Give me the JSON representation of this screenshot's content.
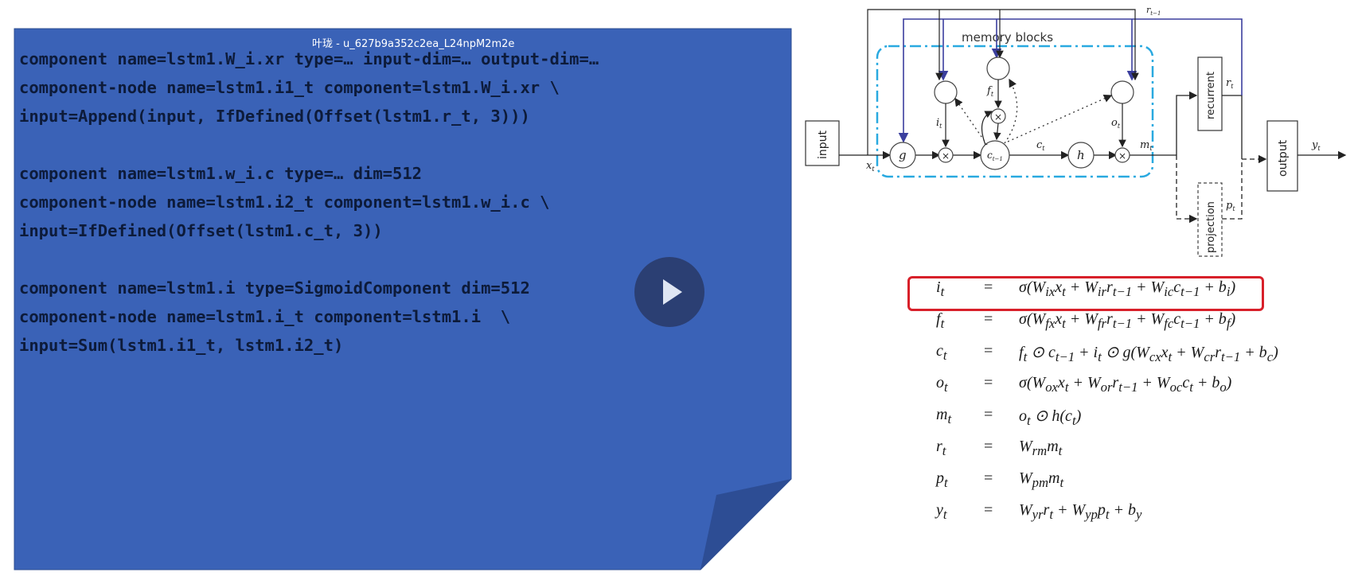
{
  "watermark": "叶珑 - u_627b9a352c2ea_L24npM2m2e",
  "code_lines": [
    "component name=lstm1.W_i.xr type=… input-dim=… output-dim=…",
    "component-node name=lstm1.i1_t component=lstm1.W_i.xr \\",
    "input=Append(input, IfDefined(Offset(lstm1.r_t, 3)))",
    "",
    "component name=lstm1.w_i.c type=… dim=512",
    "component-node name=lstm1.i2_t component=lstm1.w_i.c \\",
    "input=IfDefined(Offset(lstm1.c_t, 3))",
    "",
    "component name=lstm1.i type=SigmoidComponent dim=512",
    "component-node name=lstm1.i_t component=lstm1.i  \\",
    "input=Sum(lstm1.i1_t, lstm1.i2_t)"
  ],
  "diagram": {
    "memory_label": "memory blocks",
    "input_label": "input",
    "recurrent_label": "recurrent",
    "projection_label": "projection",
    "output_label": "output",
    "g_label": "g",
    "h_label": "h",
    "mult_symbol": "×",
    "x_label": "x",
    "x_sub": "t",
    "i_label": "i",
    "f_label": "f",
    "o_label": "o",
    "c_label": "c",
    "c_sub": "t",
    "c_prev_sub": "t−1",
    "m_label": "m",
    "r_label": "r",
    "r_prev_sub": "t−1",
    "p_label": "p",
    "y_label": "y",
    "t_sub": "t"
  },
  "equations": [
    {
      "lhs": "i",
      "lhs_sub": "t",
      "eq": "=",
      "rhs": "σ(W<sub>ix</sub>x<sub>t</sub> + W<sub>ir</sub>r<sub>t−1</sub> + W<sub>ic</sub>c<sub>t−1</sub> + b<sub>i</sub>)"
    },
    {
      "lhs": "f",
      "lhs_sub": "t",
      "eq": "=",
      "rhs": "σ(W<sub>fx</sub>x<sub>t</sub> + W<sub>fr</sub>r<sub>t−1</sub> + W<sub>fc</sub>c<sub>t−1</sub> + b<sub>f</sub>)"
    },
    {
      "lhs": "c",
      "lhs_sub": "t",
      "eq": "=",
      "rhs": "f<sub>t</sub> ⊙ c<sub>t−1</sub> + i<sub>t</sub> ⊙ g(W<sub>cx</sub>x<sub>t</sub> + W<sub>cr</sub>r<sub>t−1</sub> + b<sub>c</sub>)"
    },
    {
      "lhs": "o",
      "lhs_sub": "t",
      "eq": "=",
      "rhs": "σ(W<sub>ox</sub>x<sub>t</sub> + W<sub>or</sub>r<sub>t−1</sub> + W<sub>oc</sub>c<sub>t</sub> + b<sub>o</sub>)"
    },
    {
      "lhs": "m",
      "lhs_sub": "t",
      "eq": "=",
      "rhs": "o<sub>t</sub> ⊙ h(c<sub>t</sub>)"
    },
    {
      "lhs": "r",
      "lhs_sub": "t",
      "eq": "=",
      "rhs": "W<sub>rm</sub>m<sub>t</sub>"
    },
    {
      "lhs": "p",
      "lhs_sub": "t",
      "eq": "=",
      "rhs": "W<sub>pm</sub>m<sub>t</sub>"
    },
    {
      "lhs": "y",
      "lhs_sub": "t",
      "eq": "=",
      "rhs": "W<sub>yr</sub>r<sub>t</sub> + W<sub>yp</sub>p<sub>t</sub> + b<sub>y</sub>"
    }
  ],
  "colors": {
    "note_blue": "#3a62b7",
    "note_fold": "#2d4d94",
    "highlight_red": "#d8202a",
    "memory_dash": "#29a9e0",
    "recurrent_line": "#3b3f9e"
  }
}
